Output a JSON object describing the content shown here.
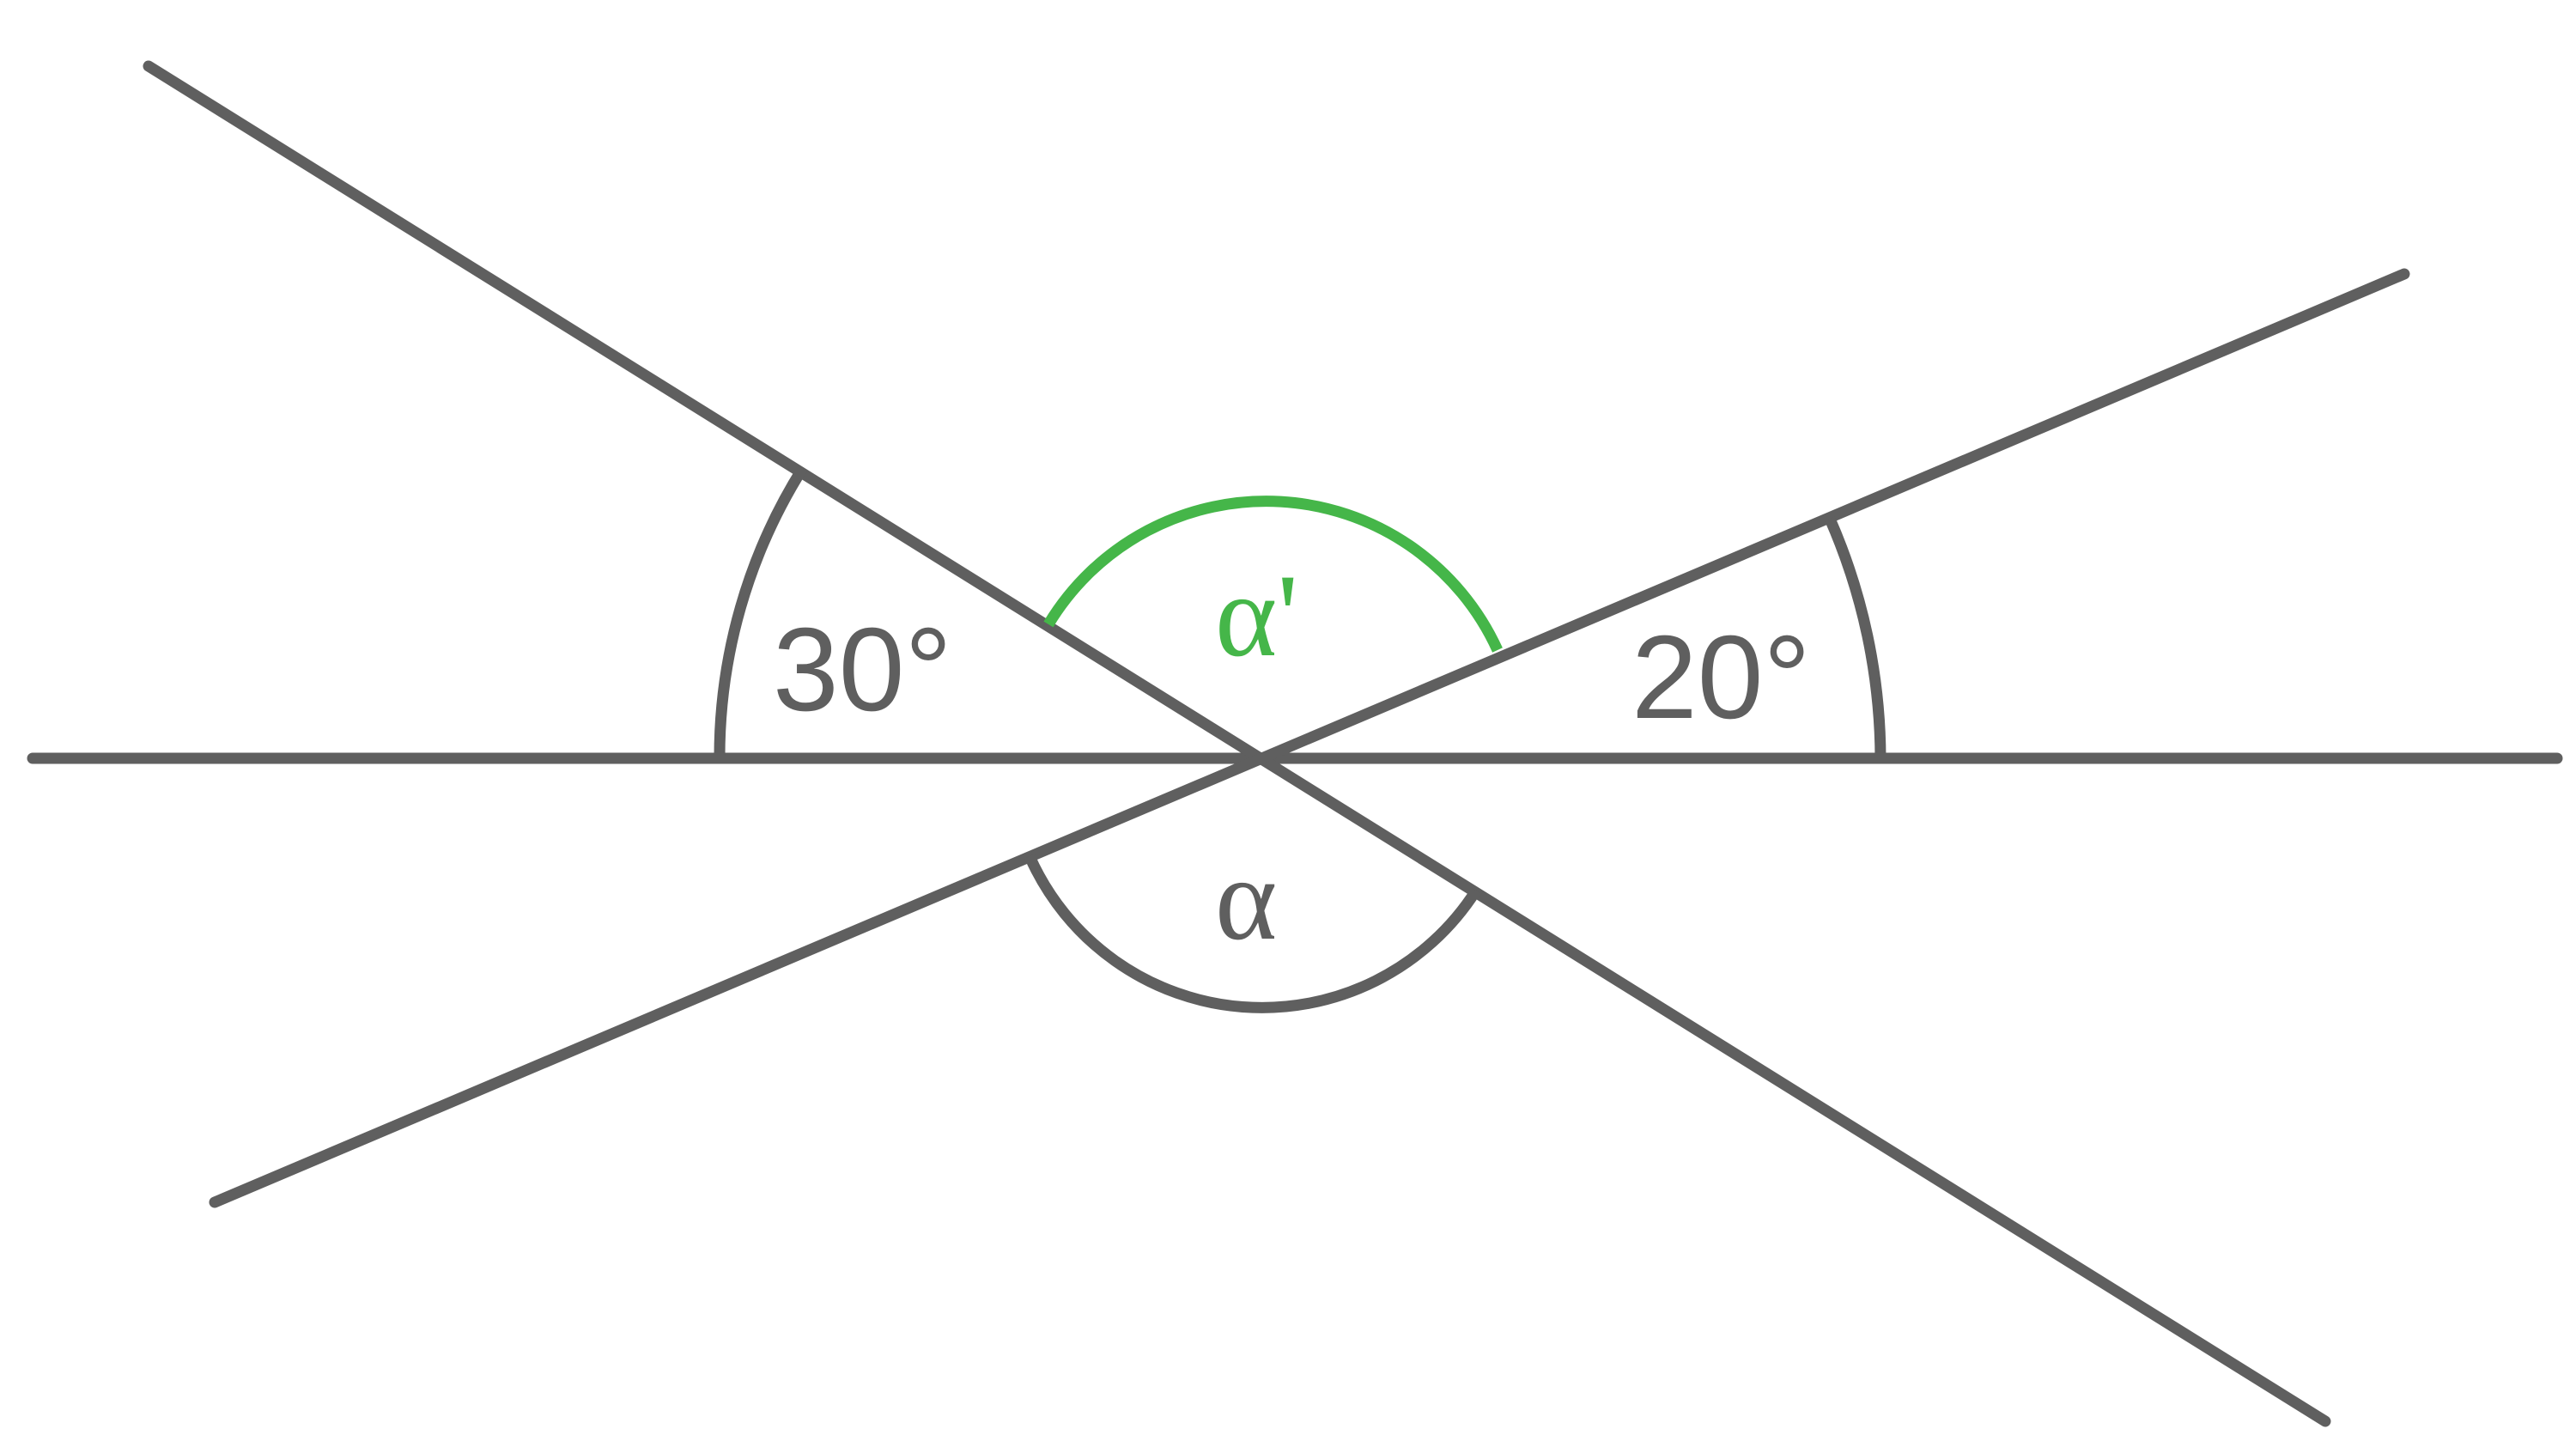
{
  "labels": {
    "angle_left": "30°",
    "angle_right": "20°",
    "alpha_prime": "α'",
    "alpha": "α"
  },
  "colors": {
    "line": "#5f5f5f",
    "highlight": "#45b649",
    "background": "#ffffff"
  }
}
